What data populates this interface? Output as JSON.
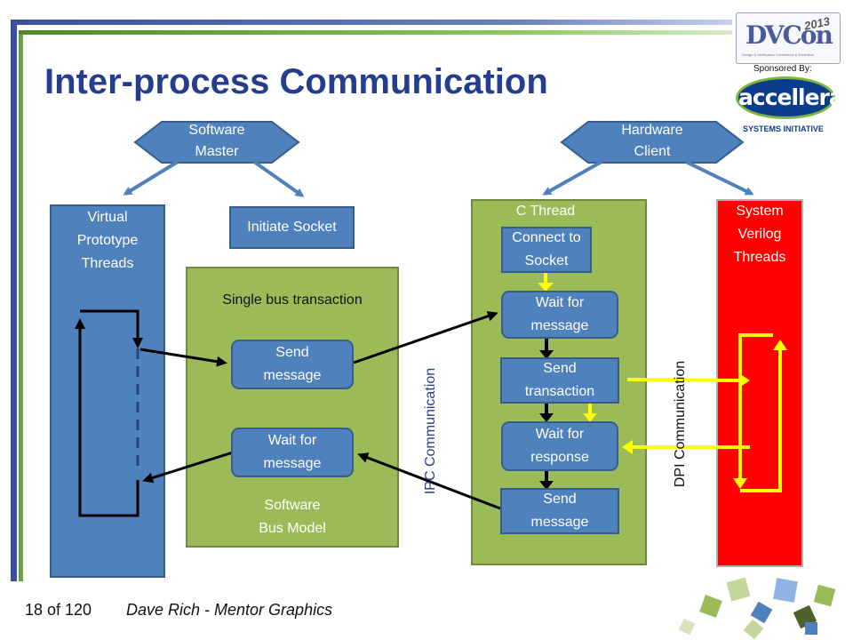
{
  "title": "Inter-process Communication",
  "logos": {
    "dvcon": "DVCon",
    "dvcon_year": "2013",
    "dvcon_tagline": "Design & Verification Conference & Exhibition",
    "sponsored_by": "Sponsored By:",
    "accellera": "accellera",
    "accellera_sub": "SYSTEMS INITIATIVE"
  },
  "roles": {
    "software": {
      "line1": "Software",
      "line2": "Master"
    },
    "hardware": {
      "line1": "Hardware",
      "line2": "Client"
    }
  },
  "virtual_prototype": {
    "line1": "Virtual",
    "line2": "Prototype",
    "line3": "Threads"
  },
  "initiate_socket": "Initiate Socket",
  "software_bus_model": {
    "header": "Single bus transaction",
    "send": {
      "line1": "Send",
      "line2": "message"
    },
    "wait": {
      "line1": "Wait for",
      "line2": "message"
    },
    "footer": {
      "line1": "Software",
      "line2": "Bus Model"
    }
  },
  "c_thread": {
    "title": "C Thread",
    "connect": {
      "line1": "Connect to",
      "line2": "Socket"
    },
    "wait_msg": {
      "line1": "Wait for",
      "line2": "message"
    },
    "send_tx": {
      "line1": "Send",
      "line2": "transaction"
    },
    "wait_resp": {
      "line1": "Wait for",
      "line2": "response"
    },
    "send_msg": {
      "line1": "Send",
      "line2": "message"
    }
  },
  "sv_threads": {
    "line1": "System",
    "line2": "Verilog",
    "line3": "Threads"
  },
  "ipc_label": "IPC  Communication",
  "dpi_label": "DPI Communication",
  "footer": {
    "page": "18 of 120",
    "author": "Dave Rich - Mentor Graphics"
  },
  "colors": {
    "title": "#243d8f",
    "blue": "#4f81bd",
    "green": "#9bbb59",
    "red": "#ff0000",
    "yellow": "#ffff00"
  }
}
